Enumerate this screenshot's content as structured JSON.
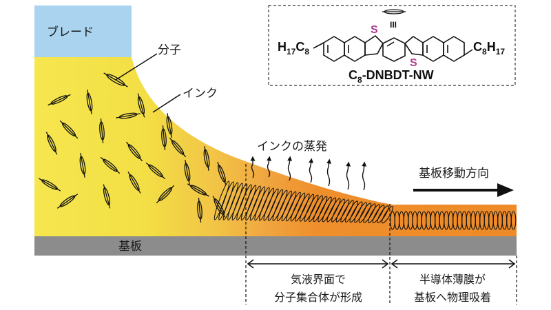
{
  "labels": {
    "blade": "ブレード",
    "molecule": "分子",
    "ink": "インク",
    "ink_evaporation": "インクの蒸発",
    "substrate_direction": "基板移動方向",
    "substrate": "基板",
    "interface_line1": "気液界面で",
    "interface_line2": "分子集合体が形成",
    "film_line1": "半導体薄膜が",
    "film_line2": "基板へ物理吸着"
  },
  "structure": {
    "name_prefix": "C",
    "name_prefix_sub": "8",
    "name_suffix": "-DNBDT-NW",
    "left_group_main": "H",
    "left_group_sub1": "17",
    "left_group_c": "C",
    "left_group_sub2": "8",
    "right_group_c": "C",
    "right_group_sub1": "8",
    "right_group_h": "H",
    "right_group_sub2": "17",
    "sulfur_top": "S",
    "sulfur_bottom": "S",
    "stack_mark": "III"
  },
  "colors": {
    "blade": "#a9d3ee",
    "ink_yellow": "#f4e24a",
    "ink_orange": "#ef8a2a",
    "substrate": "#8c8c8c",
    "sulfur": "#b03a8c"
  }
}
